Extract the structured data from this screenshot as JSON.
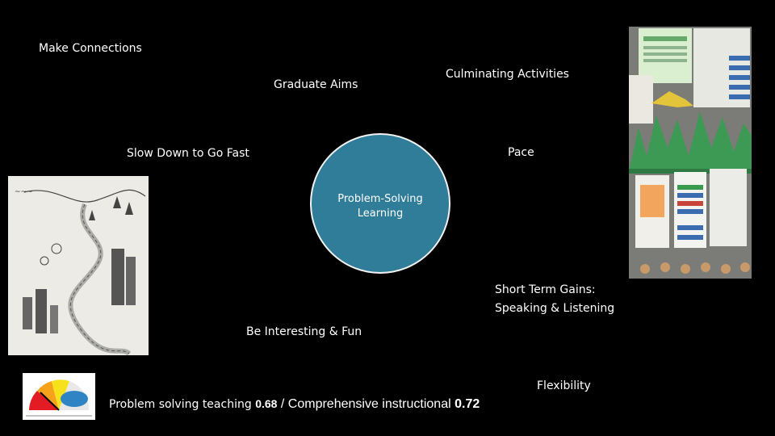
{
  "labels": {
    "make_connections": "Make Connections",
    "graduate_aims": "Graduate Aims",
    "culminating_activities": "Culminating Activities",
    "slow_down": "Slow Down to Go Fast",
    "pace": "Pace",
    "short_term_line1": "Short Term Gains:",
    "short_term_line2": "Speaking & Listening",
    "be_interesting": "Be Interesting & Fun",
    "flexibility": "Flexibility"
  },
  "center": {
    "line1": "Problem-Solving",
    "line2": "Learning",
    "fill_color": "#2f7d99"
  },
  "footer": {
    "prefix": "Problem solving teaching ",
    "value1": "0.68",
    "separator": " / ",
    "middle": "Comprehensive instructional ",
    "value2": "0.72"
  },
  "icons": {
    "left_image": "hand-drawn-map-sketch",
    "right_image": "classroom-bulletin-board-photo",
    "gauge": "effect-size-gauge-icon"
  }
}
